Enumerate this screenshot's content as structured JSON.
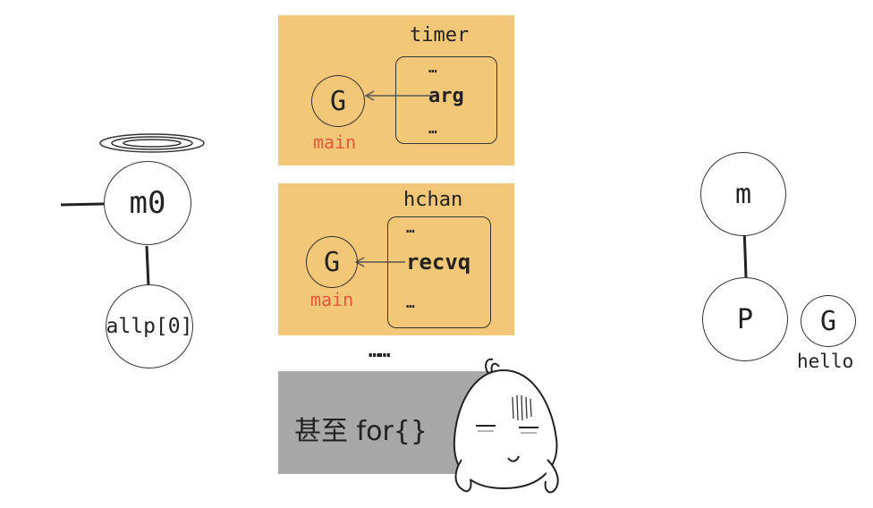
{
  "left": {
    "m_label": "m0",
    "p_label": "allp[0]"
  },
  "timer": {
    "title": "timer",
    "fields": [
      "…",
      "arg",
      "…"
    ],
    "g_label": "G",
    "g_sub": "main"
  },
  "hchan": {
    "title": "hchan",
    "fields": [
      "…",
      "recvq",
      "…"
    ],
    "g_label": "G",
    "g_sub": "main"
  },
  "ellipsis": "……",
  "blocker": {
    "text": "甚至 for{}"
  },
  "right": {
    "m_label": "m",
    "p_label": "P",
    "g_label": "G",
    "g_sub": "hello"
  },
  "colors": {
    "panel": "#f2c878",
    "grey": "#a8a8a8",
    "accent": "#e8553a"
  }
}
